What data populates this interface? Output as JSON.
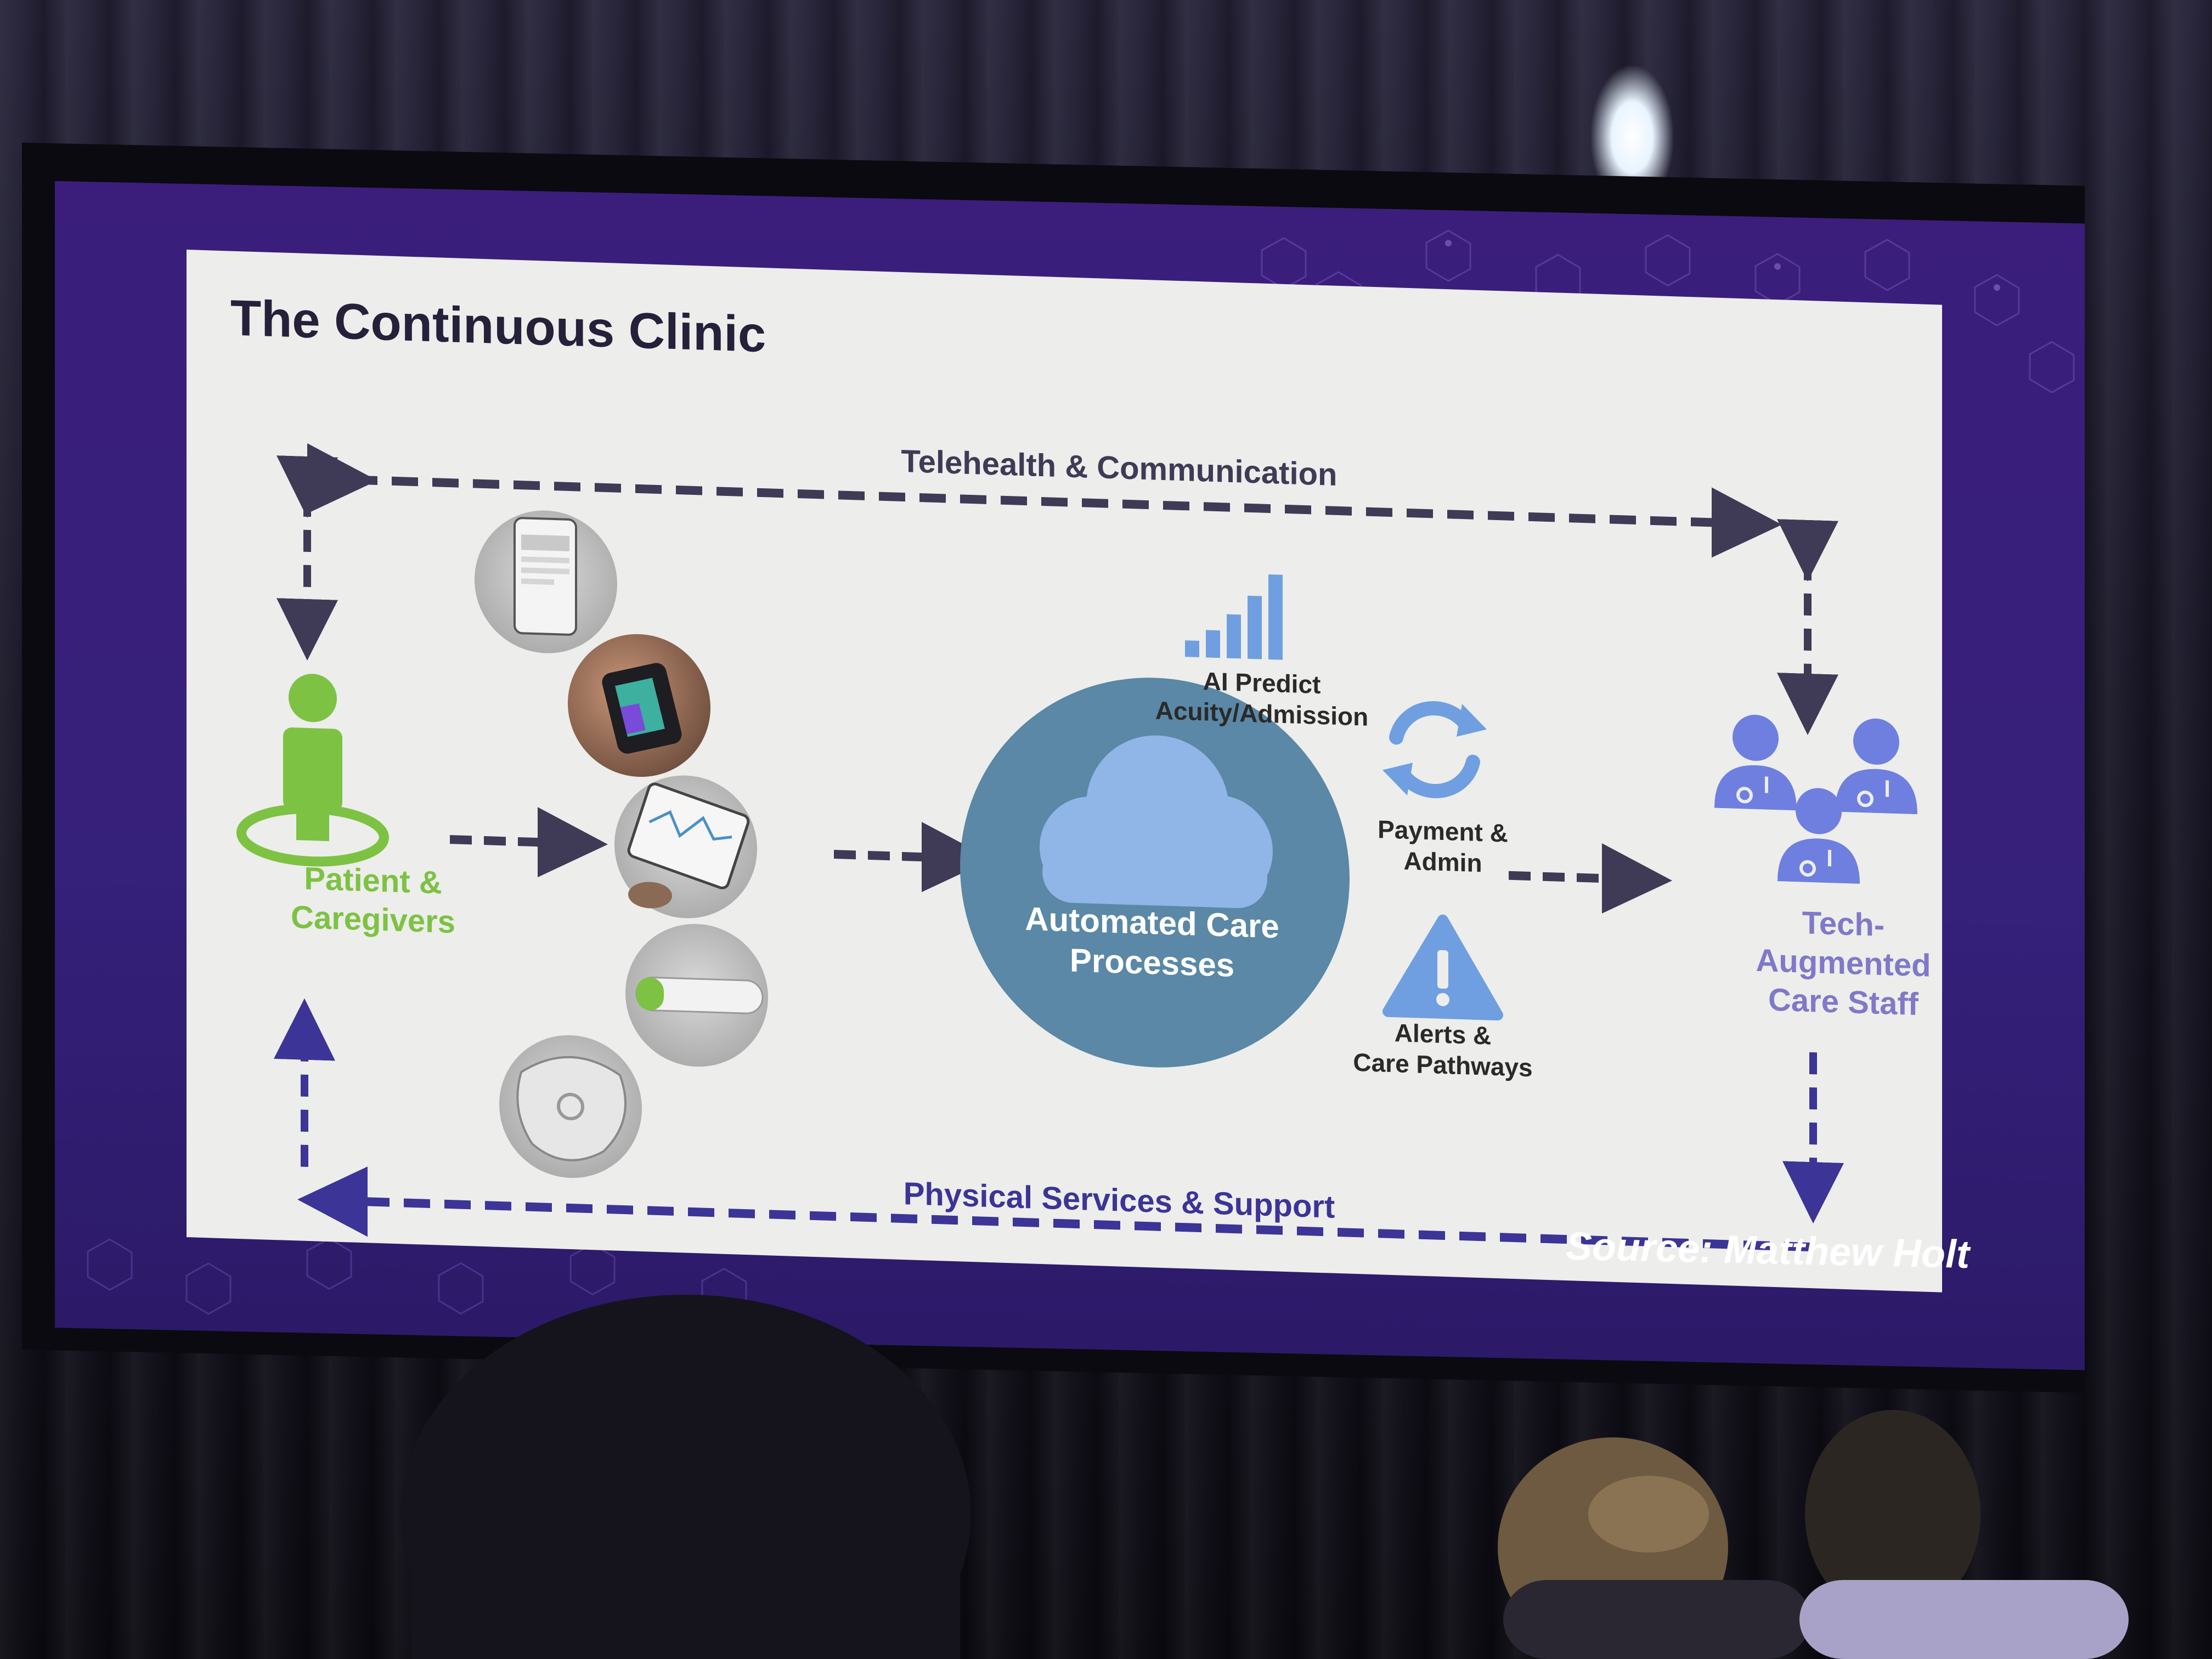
{
  "slide": {
    "title": "The Continuous Clinic",
    "top_flow_label": "Telehealth & Communication",
    "bottom_flow_label": "Physical Services & Support",
    "patient_label": "Patient & Caregivers",
    "patient_label_lines": [
      "Patient &",
      "Caregivers"
    ],
    "staff_label_lines": [
      "Tech-",
      "Augmented",
      "Care Staff"
    ],
    "hub_label_lines": [
      "Automated Care",
      "Processes"
    ],
    "ai_label_lines": [
      "AI Predict",
      "Acuity/Admission"
    ],
    "payment_label_lines": [
      "Payment &",
      "Admin"
    ],
    "alerts_label_lines": [
      "Alerts &",
      "Care Pathways"
    ],
    "device_photos": [
      "smartphone-app-photo",
      "wearable-monitor-photo",
      "tablet-chart-photo",
      "digital-thermometer-photo",
      "sensor-patch-photo"
    ],
    "icons": [
      "person-icon",
      "signal-bars-icon",
      "cloud-icon",
      "sync-icon",
      "warning-icon",
      "doctor-icon"
    ]
  },
  "source_credit": "Source: Matthew Holt",
  "colors": {
    "screen_border": "#35207a",
    "slide_background": "#ededeb",
    "patient_green": "#7dc243",
    "staff_purple": "#8079c8",
    "hub_circle": "#5a88a6",
    "cloud_fill": "#8fb6e6",
    "arrow_dark": "#3f3a55",
    "arrow_purple": "#3c3496",
    "icon_blue": "#6f9fe0"
  }
}
